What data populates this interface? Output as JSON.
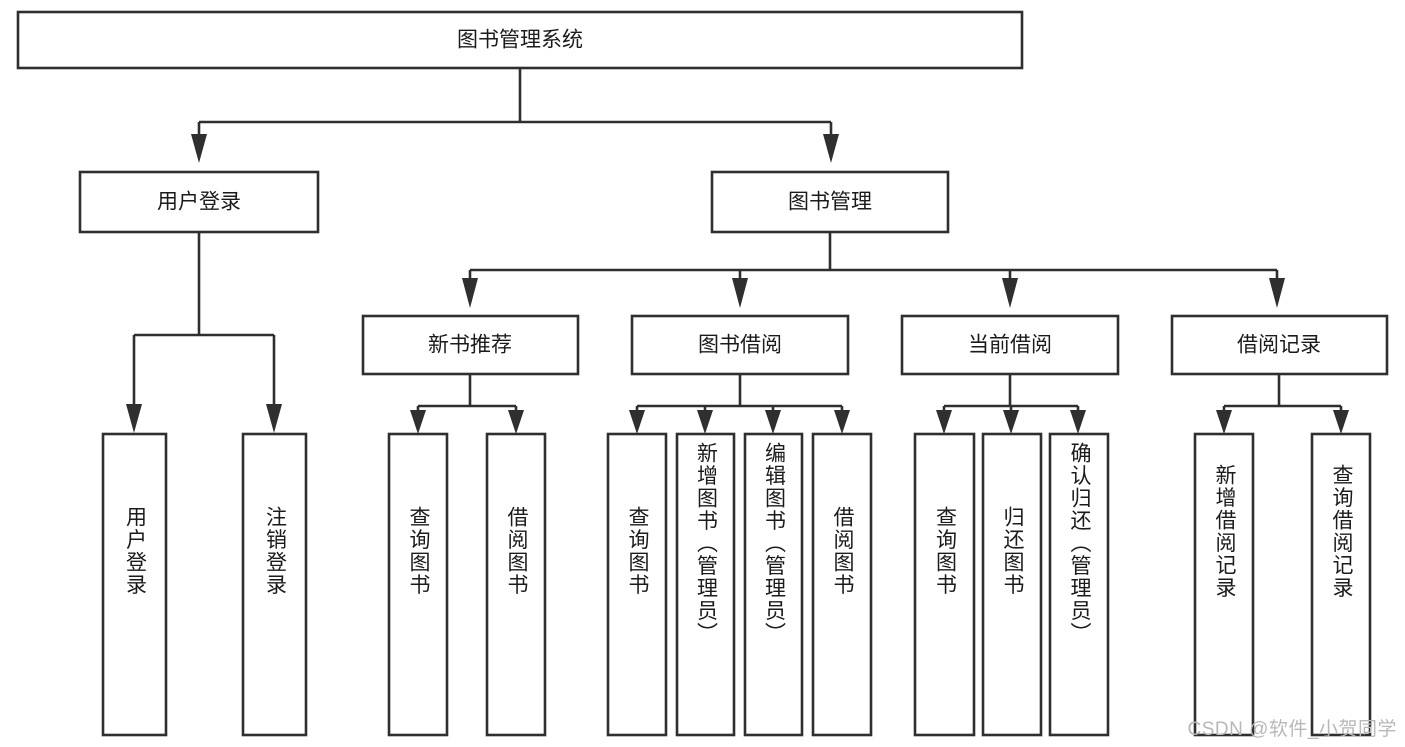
{
  "diagram": {
    "title": "图书管理系统",
    "type": "tree-hierarchy",
    "style": {
      "box_fill": "#ffffff",
      "box_stroke": "#2f2f2f",
      "text_color": "#1b1b1b",
      "watermark_color": "#b8b8b8",
      "background": "#ffffff"
    },
    "root": {
      "label": "图书管理系统"
    },
    "level2": [
      {
        "label": "用户登录"
      },
      {
        "label": "图书管理"
      }
    ],
    "level3": [
      {
        "label": "新书推荐"
      },
      {
        "label": "图书借阅"
      },
      {
        "label": "当前借阅"
      },
      {
        "label": "借阅记录"
      }
    ],
    "leaves": {
      "user_login": [
        {
          "label": "用户登录"
        },
        {
          "label": "注销登录"
        }
      ],
      "new_book_recommend": [
        {
          "label": "查询图书"
        },
        {
          "label": "借阅图书"
        }
      ],
      "book_borrow": [
        {
          "label": "查询图书"
        },
        {
          "label": "新增图书（管理员）"
        },
        {
          "label": "编辑图书（管理员）"
        },
        {
          "label": "借阅图书"
        }
      ],
      "current_borrow": [
        {
          "label": "查询图书"
        },
        {
          "label": "归还图书"
        },
        {
          "label": "确认归还（管理员）"
        }
      ],
      "borrow_record": [
        {
          "label": "新增借阅记录"
        },
        {
          "label": "查询借阅记录"
        }
      ]
    },
    "watermark": "CSDN @软件_小贺同学"
  }
}
